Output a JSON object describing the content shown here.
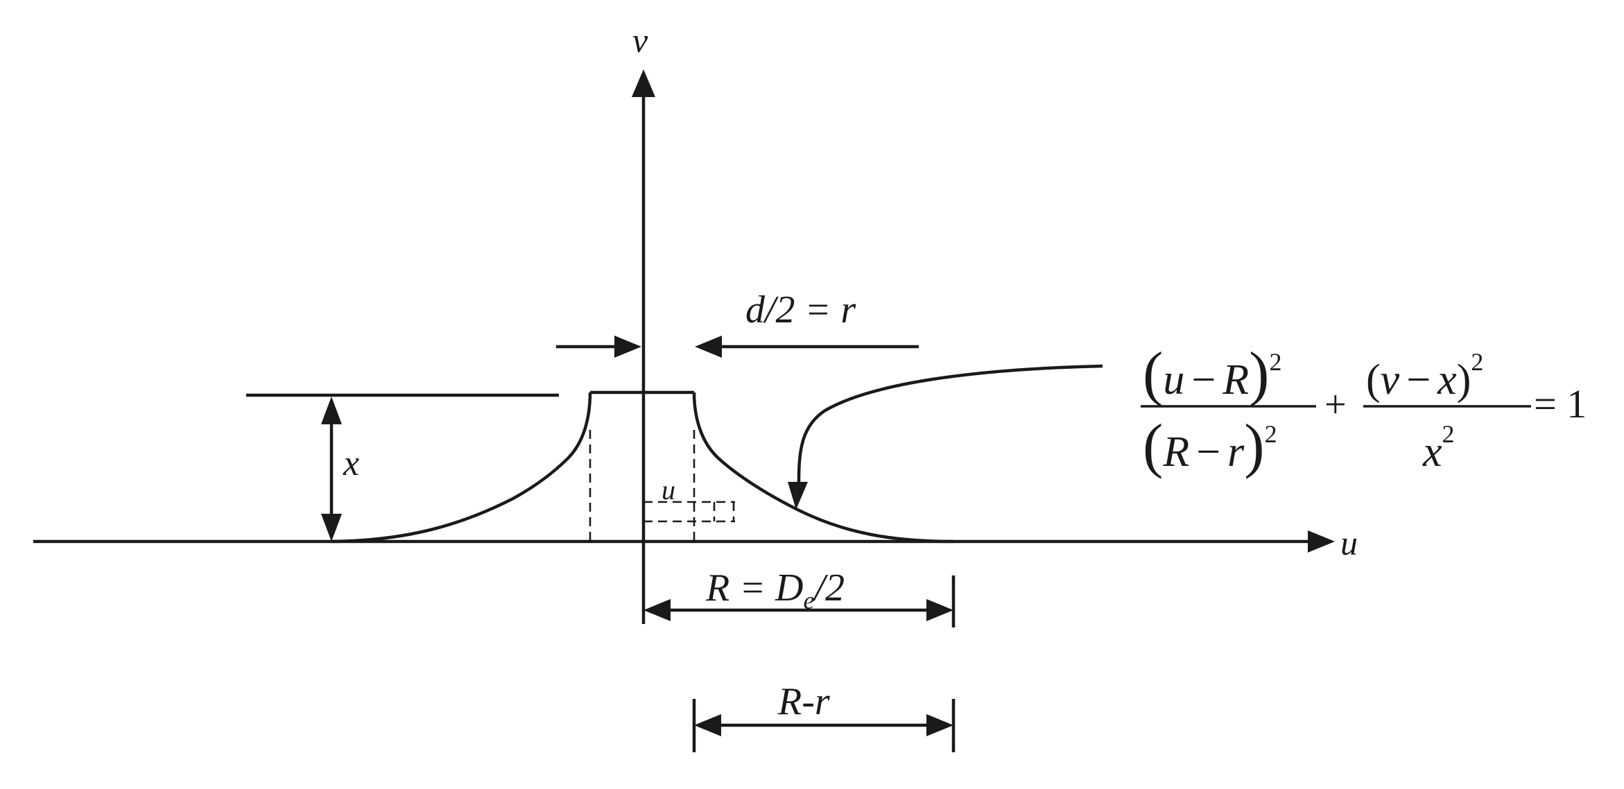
{
  "labels": {
    "v_axis": "v",
    "u_axis": "u",
    "x_height": "x",
    "neck_radius": "d/2 = r",
    "outer_radius_lhs": "R = D",
    "outer_radius_sub": "e",
    "outer_radius_rhs": "/2",
    "gap": "R-r",
    "small_u": "u"
  },
  "equation": {
    "num1_u": "u",
    "num1_minus": "−",
    "num1_R": "R",
    "den1_R": "R",
    "den1_minus": "−",
    "den1_r": "r",
    "plus": "+",
    "num2_v": "v",
    "num2_minus": "−",
    "num2_x": "x",
    "den2_x": "x",
    "exponent": "2",
    "equals": "= 1"
  }
}
